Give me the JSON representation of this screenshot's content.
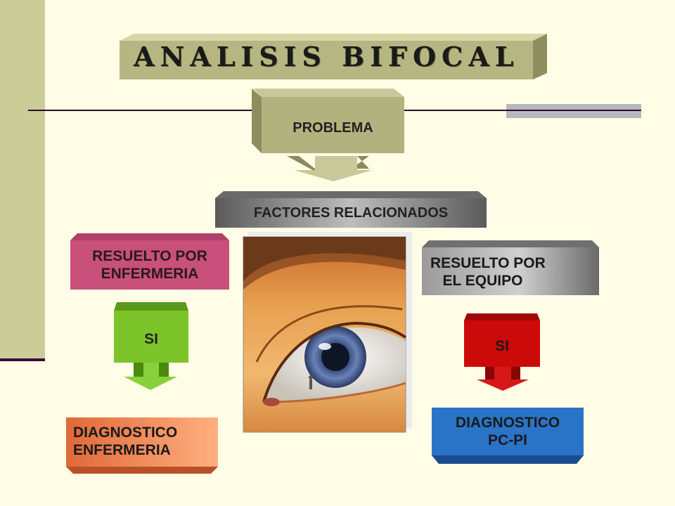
{
  "title": "ANALISIS BIFOCAL",
  "problem": "PROBLEMA",
  "factors": "FACTORES RELACIONADOS",
  "left": {
    "resolved_by": "RESUELTO POR\nENFERMERIA",
    "yes": "SI",
    "diagnosis": "DIAGNOSTICO\nENFERMERIA"
  },
  "right": {
    "resolved_by": "RESUELTO POR\n   EL EQUIPO",
    "yes": "SI",
    "diagnosis": "DIAGNOSTICO\nPC-PI"
  },
  "colors": {
    "background": "#fffde6",
    "sidebar": "#cccc99",
    "olive": "#b6b683",
    "rose": "#c8507a",
    "green": "#7cc42a",
    "red": "#cc0a0a",
    "orange": "#f07848",
    "blue": "#2a74c8",
    "gray": "#7a7a7a",
    "line": "#2a0a2a"
  },
  "image": "eye-illustration"
}
